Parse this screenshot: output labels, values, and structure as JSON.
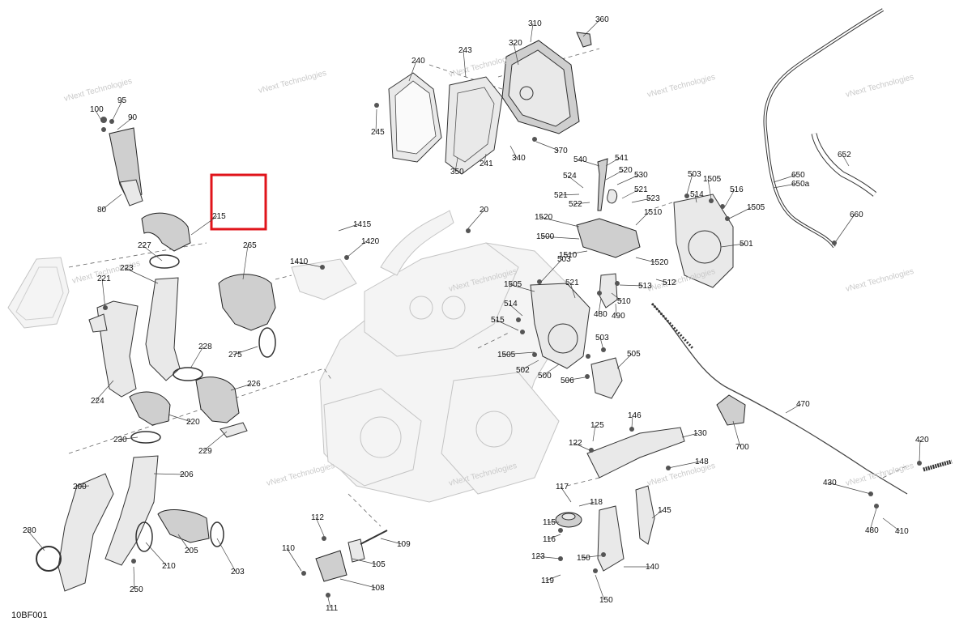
{
  "diagram": {
    "code": "10BF001",
    "watermark": "vNext Technologies",
    "highlight_color": "#e0141b",
    "callouts": [
      "360",
      "310",
      "320",
      "243",
      "240",
      "245",
      "350",
      "241",
      "340",
      "370",
      "95",
      "100",
      "90",
      "80",
      "215",
      "227",
      "223",
      "221",
      "224",
      "220",
      "230",
      "206",
      "200",
      "280",
      "250",
      "210",
      "205",
      "203",
      "265",
      "275",
      "228",
      "226",
      "229",
      "1415",
      "1420",
      "1410",
      "20",
      "540",
      "541",
      "524",
      "520",
      "530",
      "521a",
      "521b",
      "522",
      "523",
      "1520a",
      "1510a",
      "1500",
      "1510b",
      "1520b",
      "503a",
      "1505a",
      "514a",
      "516",
      "1505b",
      "501",
      "513",
      "512",
      "503b",
      "1505c",
      "521c",
      "514b",
      "515",
      "1505d",
      "480a",
      "490",
      "510",
      "502",
      "500",
      "503c",
      "506",
      "505",
      "650",
      "650a",
      "652",
      "660",
      "470",
      "700",
      "125",
      "146",
      "130",
      "122",
      "148",
      "117",
      "118",
      "145",
      "115",
      "116",
      "123",
      "150a",
      "119",
      "140",
      "150b",
      "112",
      "109",
      "110",
      "105",
      "108",
      "111",
      "420",
      "430",
      "410",
      "480b"
    ],
    "callout_text": {
      "360": "360",
      "310": "310",
      "320": "320",
      "243": "243",
      "240": "240",
      "245": "245",
      "350": "350",
      "241": "241",
      "340": "340",
      "370": "370",
      "95": "95",
      "100": "100",
      "90": "90",
      "80": "80",
      "215": "215",
      "227": "227",
      "223": "223",
      "221": "221",
      "224": "224",
      "220": "220",
      "230": "230",
      "206": "206",
      "200": "200",
      "280": "280",
      "250": "250",
      "210": "210",
      "205": "205",
      "203": "203",
      "265": "265",
      "275": "275",
      "228": "228",
      "226": "226",
      "229": "229",
      "1415": "1415",
      "1420": "1420",
      "1410": "1410",
      "20": "20",
      "540": "540",
      "541": "541",
      "524": "524",
      "520": "520",
      "530": "530",
      "521a": "521",
      "521b": "521",
      "522": "522",
      "523": "523",
      "1520a": "1520",
      "1510a": "1510",
      "1500": "1500",
      "1510b": "1510",
      "1520b": "1520",
      "503a": "503",
      "1505a": "1505",
      "514a": "514",
      "516": "516",
      "1505b": "1505",
      "501": "501",
      "513": "513",
      "512": "512",
      "503b": "503",
      "1505c": "1505",
      "521c": "521",
      "514b": "514",
      "515": "515",
      "1505d": "1505",
      "480a": "480",
      "490": "490",
      "510": "510",
      "502": "502",
      "500": "500",
      "503c": "503",
      "506": "506",
      "505": "505",
      "650": "650",
      "650a": "650a",
      "652": "652",
      "660": "660",
      "470": "470",
      "700": "700",
      "125": "125",
      "146": "146",
      "130": "130",
      "122": "122",
      "148": "148",
      "117": "117",
      "118": "118",
      "145": "145",
      "115": "115",
      "116": "116",
      "123": "123",
      "150a": "150",
      "119": "119",
      "140": "140",
      "150b": "150",
      "112": "112",
      "109": "109",
      "110": "110",
      "105": "105",
      "108": "108",
      "111": "111",
      "420": "420",
      "430": "430",
      "410": "410",
      "480b": "480"
    }
  }
}
